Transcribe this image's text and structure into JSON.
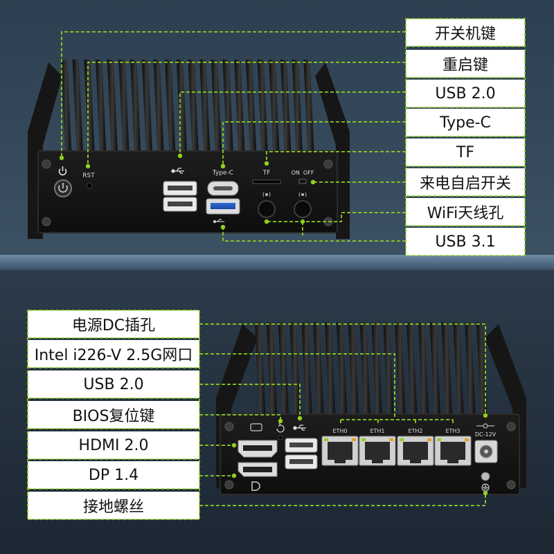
{
  "top_panel": {
    "callouts": [
      {
        "label": "开关机键"
      },
      {
        "label": "重启键"
      },
      {
        "label": "USB 2.0"
      },
      {
        "label": "Type-C"
      },
      {
        "label": "TF"
      },
      {
        "label": "来电自启开关"
      },
      {
        "label": "WiFi天线孔"
      },
      {
        "label": "USB 3.1"
      }
    ],
    "port_labels": {
      "rst": "RST",
      "typec": "Type-C",
      "tf": "TF",
      "onoff": "ON  OFF"
    }
  },
  "bottom_panel": {
    "callouts": [
      {
        "label": "电源DC插孔"
      },
      {
        "label": "Intel i226-V 2.5G网口"
      },
      {
        "label": "USB 2.0"
      },
      {
        "label": "BIOS复位键"
      },
      {
        "label": "HDMI 2.0"
      },
      {
        "label": "DP 1.4"
      },
      {
        "label": "接地螺丝"
      }
    ],
    "port_labels": {
      "eth0": "ETH0",
      "eth1": "ETH1",
      "eth2": "ETH2",
      "eth3": "ETH3",
      "dc": "DC-12V"
    }
  },
  "colors": {
    "accent": "#8fd11f",
    "background_top": "#34495c",
    "background_bottom": "#1f2c3a",
    "label_box": "#ffffff",
    "chassis": "#1a1a1a"
  }
}
